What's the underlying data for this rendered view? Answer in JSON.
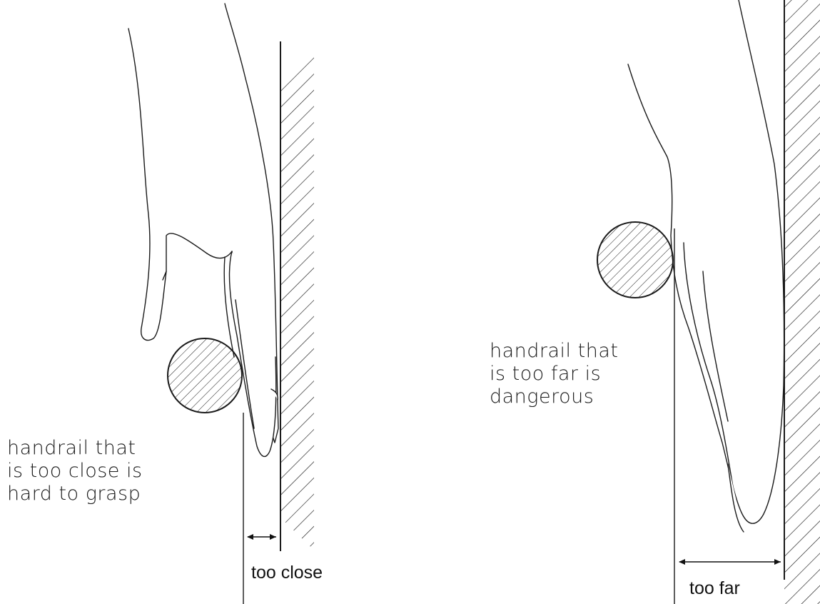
{
  "panels": [
    {
      "id": "too-close",
      "note_lines": [
        "handrail that",
        "is too close is",
        "hard to grasp"
      ],
      "dimension_label": "too close"
    },
    {
      "id": "too-far",
      "note_lines": [
        "handrail that",
        "is too far is",
        "dangerous"
      ],
      "dimension_label": "too far"
    }
  ],
  "colors": {
    "ink": "#1a1a1a",
    "background": "#ffffff"
  }
}
